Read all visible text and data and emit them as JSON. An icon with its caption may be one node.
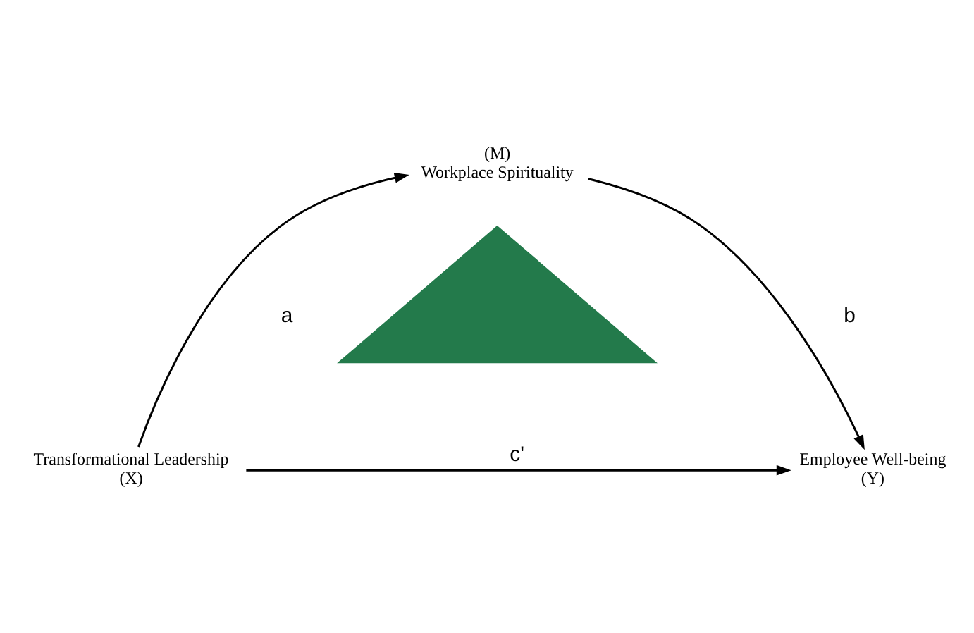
{
  "diagram": {
    "nodes": [
      {
        "text": [
          "(M)",
          "Workplace Spirituality"
        ]
      },
      {
        "text": [],
        "shape": "triangle"
      },
      {
        "text": [
          "Transformational Leadership",
          "(X)"
        ]
      },
      {
        "text": [
          "Employee Well-being",
          "(Y)"
        ]
      }
    ],
    "edges": [
      {
        "from": 2,
        "to": 0,
        "arrow": "to",
        "label": "a"
      },
      {
        "from": 0,
        "to": 3,
        "arrow": "to",
        "label": "b"
      },
      {
        "from": 2,
        "to": 3,
        "arrow": "to",
        "label": "c'"
      }
    ]
  }
}
